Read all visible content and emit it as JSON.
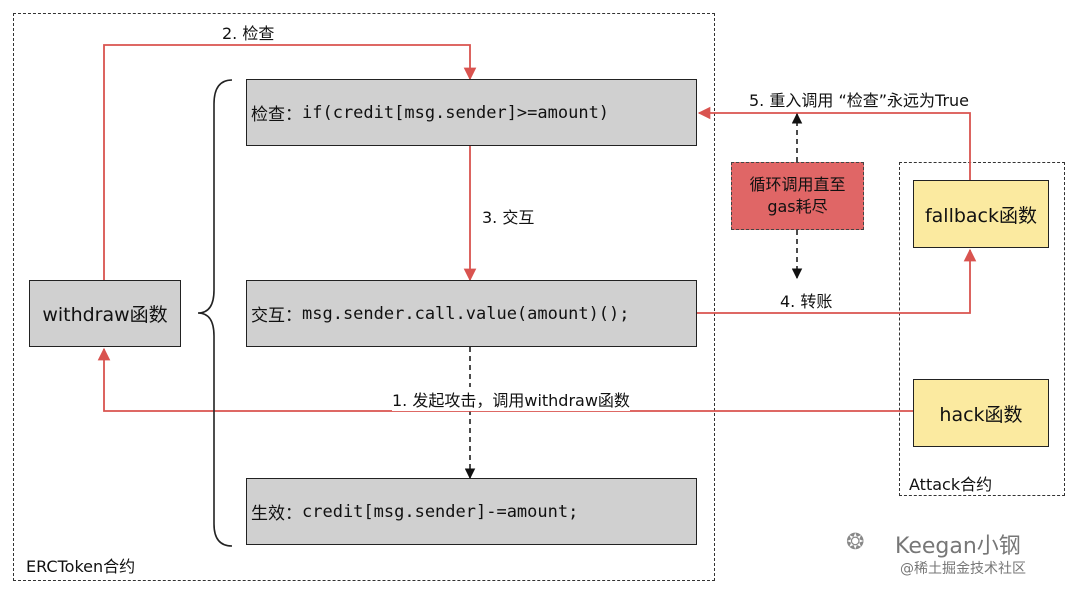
{
  "containers": {
    "erc_label": "ERCToken合约",
    "attack_label": "Attack合约"
  },
  "boxes": {
    "withdraw": "withdraw函数",
    "check_prefix": "检查：",
    "check_code": "if(credit[msg.sender]>=amount)",
    "interact_prefix": "交互：",
    "interact_code": "msg.sender.call.value(amount)();",
    "effect_prefix": "生效：",
    "effect_code": "credit[msg.sender]-=amount;",
    "fallback": "fallback函数",
    "hack": "hack函数",
    "loop_line1": "循环调用直至",
    "loop_line2": "gas耗尽"
  },
  "labels": {
    "step1": "1. 发起攻击，调用withdraw函数",
    "step2": "2. 检查",
    "step3": "3. 交互",
    "step4": "4. 转账",
    "step5": "5. 重入调用 “检查”永远为True"
  },
  "watermark": {
    "brand": "Keegan小钢",
    "community": "@稀土掘金技术社区"
  },
  "colors": {
    "arrow_red": "#d9534f",
    "box_gray": "#d0d0d0",
    "box_yellow": "#fbeaa0",
    "box_red": "#e06666"
  }
}
